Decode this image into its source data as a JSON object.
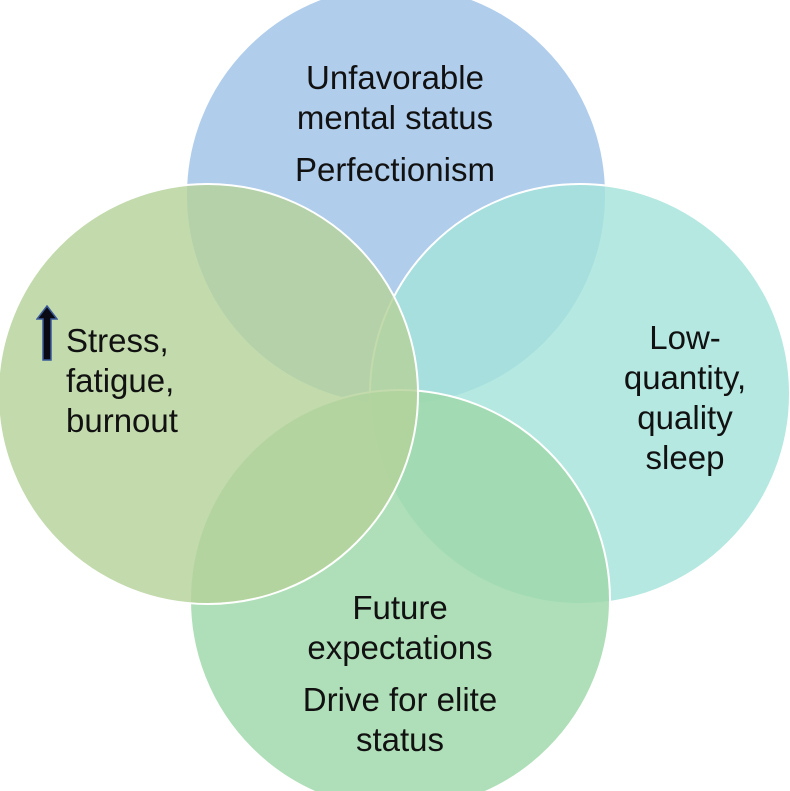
{
  "diagram": {
    "type": "venn",
    "colors": {
      "top": "#a7c8ea",
      "right": "#a4e3da",
      "bottom": "#9ed8a8",
      "left": "#b5d29a"
    },
    "circles": [
      {
        "id": "top",
        "lines": [
          "Unfavorable",
          "mental status",
          "Perfectionism"
        ]
      },
      {
        "id": "right",
        "lines": [
          "Low-",
          "quantity,",
          "quality",
          "sleep"
        ]
      },
      {
        "id": "bottom",
        "lines": [
          "Future",
          "expectations",
          "Drive for elite",
          "status"
        ]
      },
      {
        "id": "left",
        "lines": [
          "Stress,",
          "fatigue,",
          "burnout"
        ],
        "icon": "up-arrow-icon"
      }
    ]
  }
}
